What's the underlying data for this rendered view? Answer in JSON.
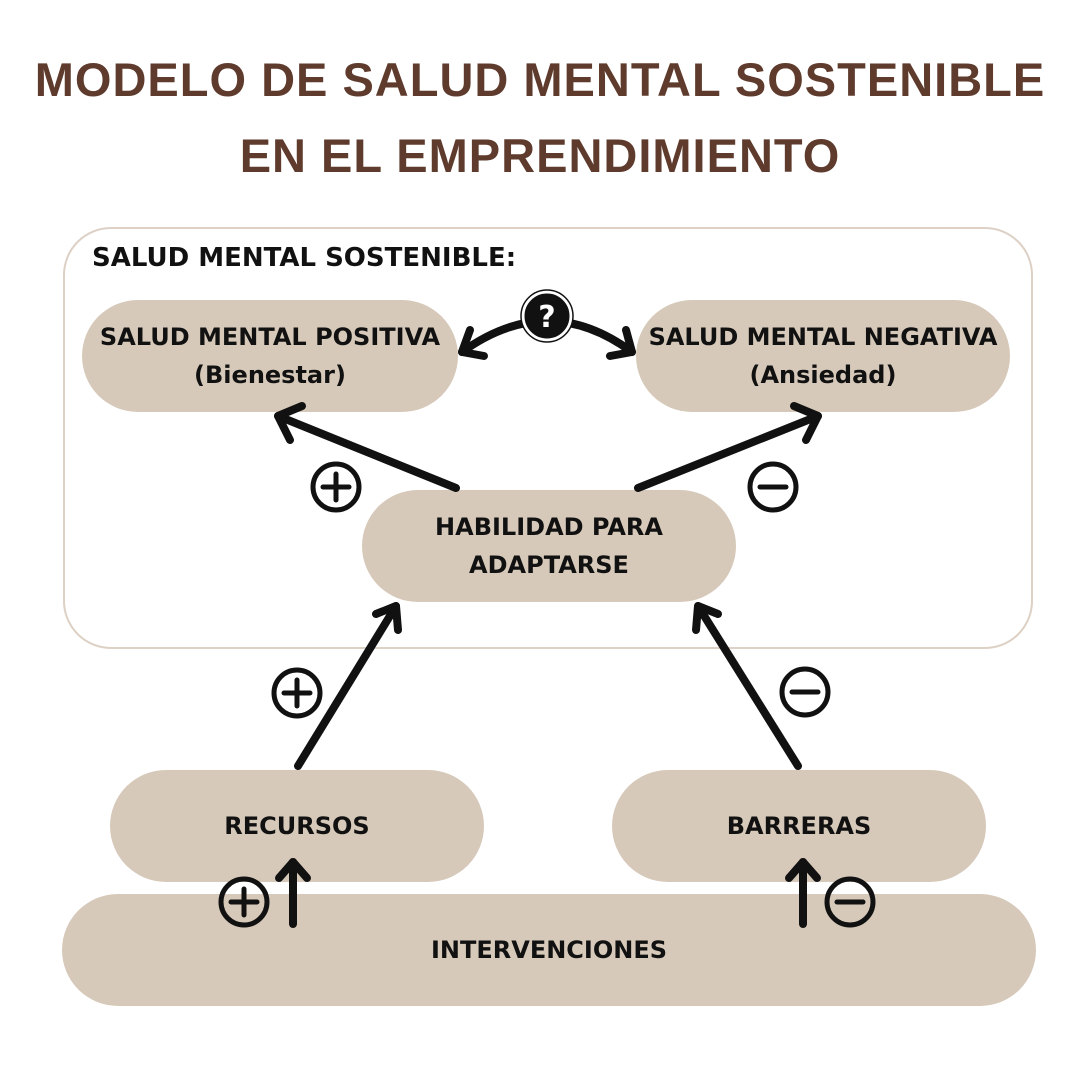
{
  "title": {
    "line1": "MODELO DE SALUD MENTAL SOSTENIBLE",
    "line2": "EN EL EMPRENDIMIENTO"
  },
  "section_label": "SALUD MENTAL SOSTENIBLE:",
  "nodes": {
    "positive": {
      "label": "SALUD MENTAL POSITIVA",
      "sub": "(Bienestar)"
    },
    "negative": {
      "label": "SALUD MENTAL NEGATIVA",
      "sub": "(Ansiedad)"
    },
    "ability": {
      "line1": "HABILIDAD PARA",
      "line2": "ADAPTARSE"
    },
    "resources": {
      "label": "RECURSOS"
    },
    "barriers": {
      "label": "BARRERAS"
    },
    "interventions": {
      "label": "INTERVENCIONES"
    }
  },
  "symbols": {
    "question": "?",
    "plus": "+",
    "minus": "−"
  },
  "colors": {
    "title": "#5e3b2c",
    "node_fill": "#d6c9b9",
    "frame_border": "#ddd0c4",
    "ink": "#111111"
  }
}
